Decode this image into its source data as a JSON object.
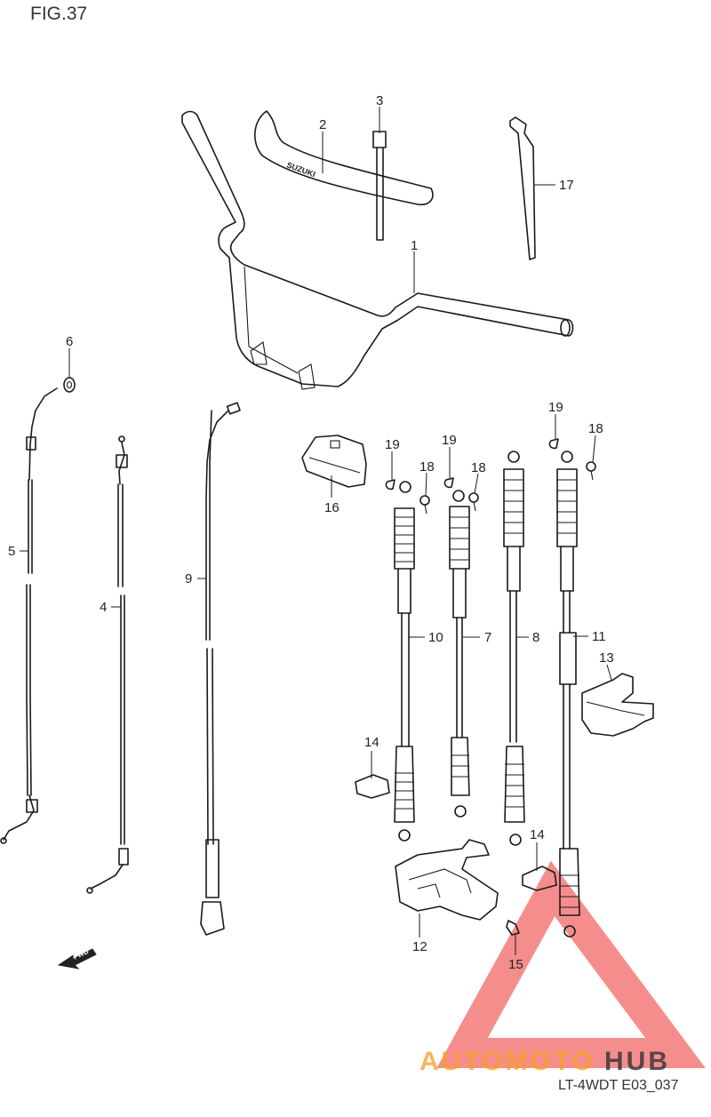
{
  "figure_title": "FIG.37",
  "drawing_code": "LT-4WDT E03_037",
  "watermark": {
    "text_a": "AUTOMOTO",
    "text_b": "HUB",
    "color_a": "#f5a020",
    "color_b": "#3a3a3a",
    "triangle_color": "#ee3030"
  },
  "fwd_label": "FWD",
  "handlebar_brand": "SUZUKI",
  "callouts": {
    "c1": "1",
    "c2": "2",
    "c3": "3",
    "c4": "4",
    "c5": "5",
    "c6": "6",
    "c7": "7",
    "c8": "8",
    "c9": "9",
    "c10": "10",
    "c11": "11",
    "c12": "12",
    "c13": "13",
    "c14a": "14",
    "c14b": "14",
    "c15": "15",
    "c16": "16",
    "c17": "17",
    "c18a": "18",
    "c18b": "18",
    "c18c": "18",
    "c19a": "19",
    "c19b": "19",
    "c19c": "19"
  }
}
